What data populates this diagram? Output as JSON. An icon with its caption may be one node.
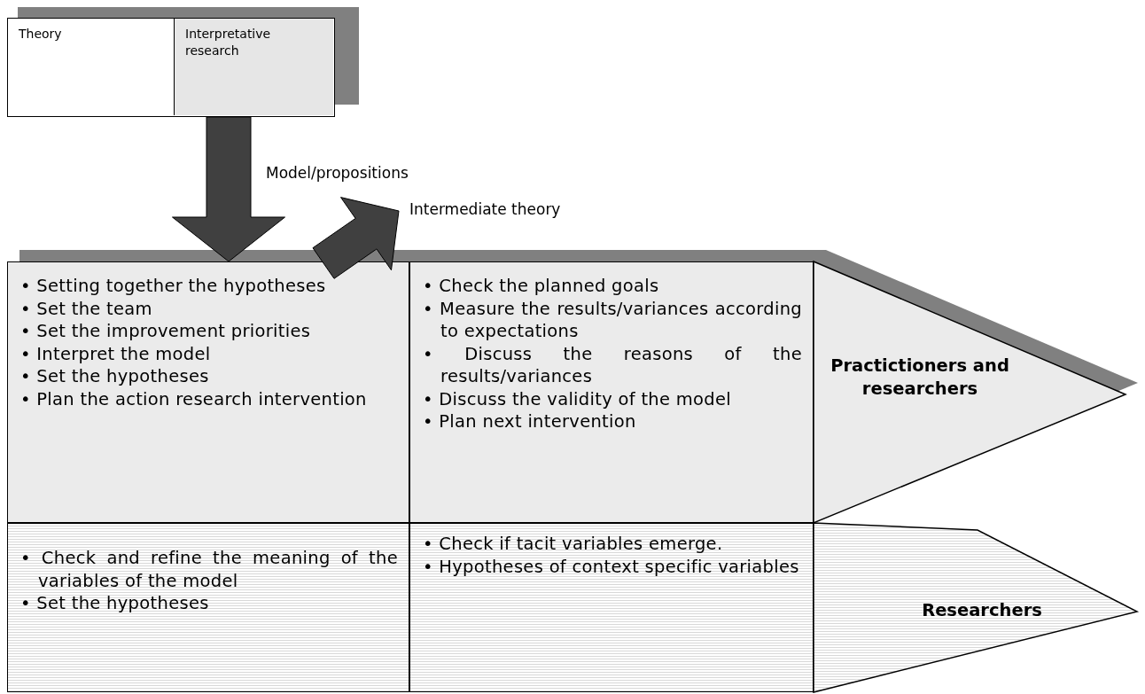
{
  "diagram": {
    "nodes": [
      {
        "text": [],
        "shape": "box"
      },
      {
        "text": [
          "Theory"
        ],
        "in": 0
      },
      {
        "text": [
          "Interpretative research"
        ],
        "in": 0
      },
      {
        "text": [],
        "shape": "arrow"
      },
      {
        "text": [
          "• Setting together the hypotheses",
          "• Set the team",
          "• Set the improvement priorities",
          "• Interpret the model",
          "• Set the hypotheses",
          "• Plan the action research intervention"
        ],
        "in": 3
      },
      {
        "text": [
          "• Check the planned goals",
          "• Measure the results/variances according to expectations",
          "• Discuss the reasons of the results/variances",
          "• Discuss the validity of the model",
          "• Plan next intervention"
        ],
        "in": 3
      },
      {
        "text": [
          "Practictioners and researchers"
        ],
        "in": 3
      },
      {
        "text": [
          "• Check and refine the meaning of the variables of the model",
          "• Set the hypotheses"
        ],
        "in": 3
      },
      {
        "text": [
          "• Check if tacit variables emerge.",
          "• Hypotheses of context specific variables"
        ],
        "in": 3
      },
      {
        "text": [
          "Researchers"
        ],
        "in": 3
      }
    ],
    "edges": [
      {
        "from": 0,
        "to": 3,
        "arrow": "to",
        "label": "Model/propositions"
      },
      {
        "from": 3,
        "to": null,
        "arrow": "to",
        "label": "Intermediate theory"
      }
    ]
  }
}
